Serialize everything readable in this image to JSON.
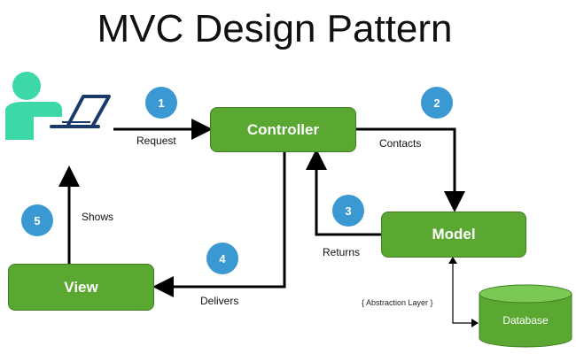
{
  "title": "MVC Design Pattern",
  "nodes": {
    "controller": "Controller",
    "model": "Model",
    "view": "View",
    "database": "Database"
  },
  "edges": {
    "request": "Request",
    "contacts": "Contacts",
    "returns": "Returns",
    "delivers": "Delivers",
    "shows": "Shows",
    "abstraction": "{ Abstraction Layer }"
  },
  "steps": [
    "1",
    "2",
    "3",
    "4",
    "5"
  ],
  "colors": {
    "box_fill": "#5aa832",
    "box_border": "#3f7f22",
    "step_circle": "#3a98d2",
    "user_icon": "#3dd8a8",
    "arrow": "#000000"
  },
  "icons": {
    "user": "user-at-laptop-icon"
  }
}
